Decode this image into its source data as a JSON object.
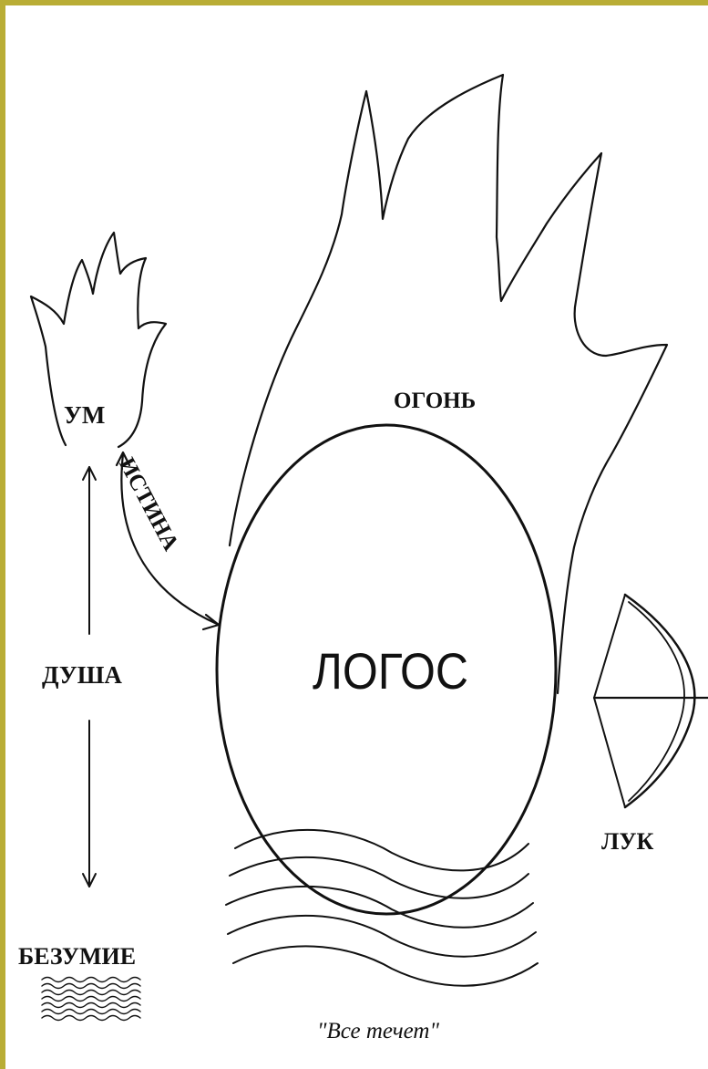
{
  "labels": {
    "mind": "УМ",
    "fire": "ОГОНЬ",
    "truth": "ИСТИНА",
    "soul": "ДУША",
    "logos": "ЛОГОС",
    "bow": "ЛУК",
    "madness": "БЕЗУМИЕ",
    "everything_flows": "\"Все течет\""
  },
  "colors": {
    "frame": "#b9ad35",
    "ink": "#111111",
    "background": "#ffffff"
  }
}
